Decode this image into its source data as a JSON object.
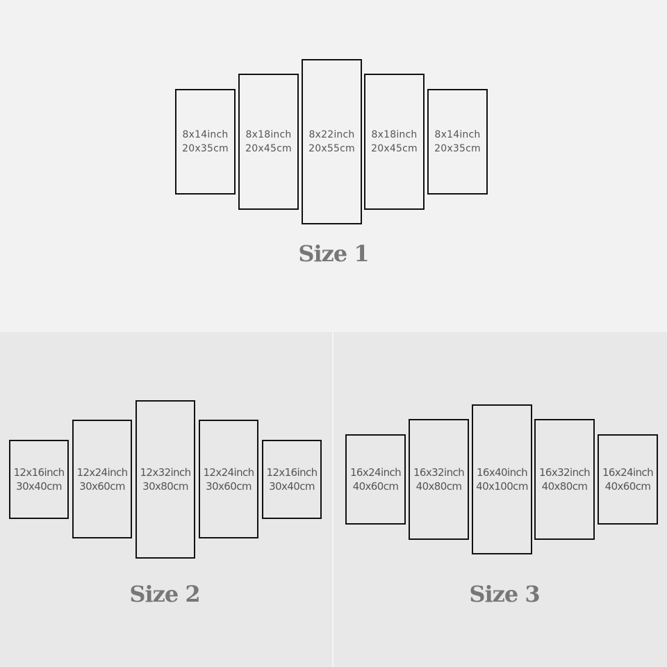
{
  "colors": {
    "bg_top": "#f2f2f2",
    "bg_bottom": "#e8e8e8",
    "divider": "#f5f5f5",
    "border": "#111111",
    "text": "#555555",
    "title": "#777777"
  },
  "sections": [
    {
      "title": "Size 1",
      "panels": [
        {
          "inch": "8x14inch",
          "cm": "20x35cm"
        },
        {
          "inch": "8x18inch",
          "cm": "20x45cm"
        },
        {
          "inch": "8x22inch",
          "cm": "20x55cm"
        },
        {
          "inch": "8x18inch",
          "cm": "20x45cm"
        },
        {
          "inch": "8x14inch",
          "cm": "20x35cm"
        }
      ]
    },
    {
      "title": "Size 2",
      "panels": [
        {
          "inch": "12x16inch",
          "cm": "30x40cm"
        },
        {
          "inch": "12x24inch",
          "cm": "30x60cm"
        },
        {
          "inch": "12x32inch",
          "cm": "30x80cm"
        },
        {
          "inch": "12x24inch",
          "cm": "30x60cm"
        },
        {
          "inch": "12x16inch",
          "cm": "30x40cm"
        }
      ]
    },
    {
      "title": "Size 3",
      "panels": [
        {
          "inch": "16x24inch",
          "cm": "40x60cm"
        },
        {
          "inch": "16x32inch",
          "cm": "40x80cm"
        },
        {
          "inch": "16x40inch",
          "cm": "40x100cm"
        },
        {
          "inch": "16x32inch",
          "cm": "40x80cm"
        },
        {
          "inch": "16x24inch",
          "cm": "40x60cm"
        }
      ]
    }
  ]
}
